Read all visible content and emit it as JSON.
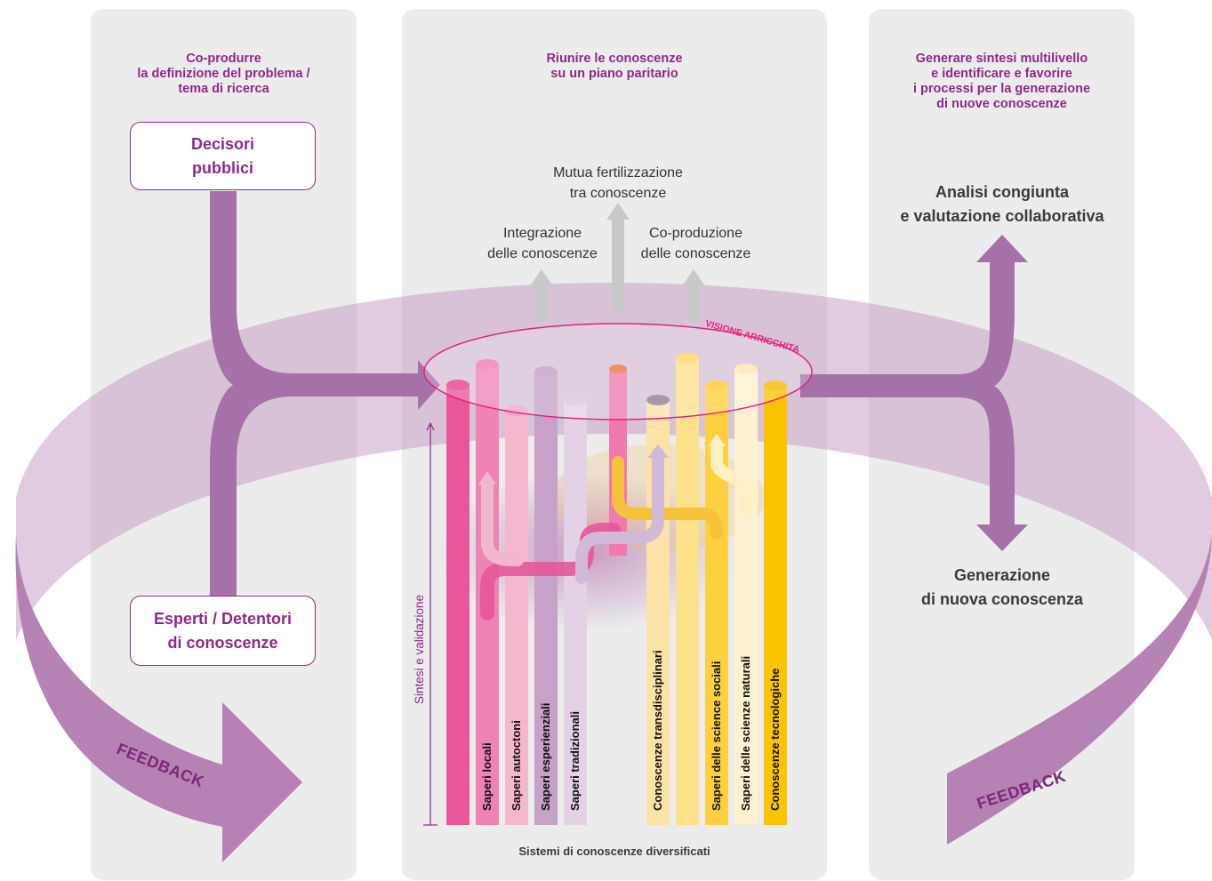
{
  "panels": {
    "left": {
      "title": "Co-produrre\nla definizione del problema /\ntema di ricerca",
      "box_top": "Decisori\npubblici",
      "box_bottom": "Esperti / Detentori\ndi conoscenze"
    },
    "center": {
      "title": "Riunire le conoscenze\nsu un piano paritario",
      "top_label": "Mutua fertilizzazione\ntra conoscenze",
      "left_label": "Integrazione\ndelle conoscenze",
      "right_label": "Co-produzione\ndelle conoscenze",
      "ellipse_label": "VISIONE ARRICCHITA",
      "axis_label": "Sintesi e validazione",
      "footer": "Sistemi di conoscenze diversificati"
    },
    "right": {
      "title": "Generare sintesi multilivello\ne identificare e favorire\ni processi per la generazione\ndi nuove conoscenze",
      "label_top": "Analisi congiunta\ne valutazione collaborativa",
      "label_bottom": "Generazione\ndi nuova conoscenza"
    }
  },
  "knowledge_columns": [
    "Saperi locali",
    "Saperi autoctoni",
    "Saperi esperienziali",
    "Saperi tradizionali",
    "Conoscenze transdisciplinari",
    "Saperi delle science sociali",
    "Saperi delle scienze naturali",
    "Conoscenze tecnologiche"
  ],
  "feedback": {
    "left": "FEEDBACK",
    "right": "FEEDBACK"
  },
  "colors": {
    "purple_text": "#8e2a86",
    "arrow": "#a670a8",
    "ring": "#c9a0c6",
    "magenta": "#e63c8a",
    "yellow": "#fbc400"
  }
}
